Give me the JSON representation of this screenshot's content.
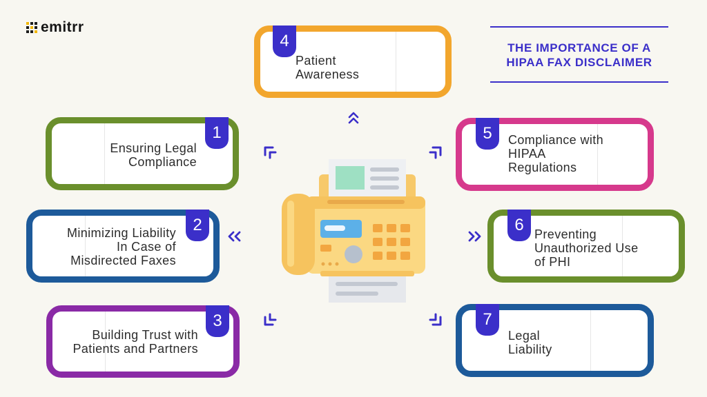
{
  "brand": {
    "name": "emitrr"
  },
  "title": {
    "text": "THE IMPORTANCE OF A HIPAA FAX DISCLAIMER"
  },
  "cards": [
    {
      "number": "1",
      "label": "Ensuring Legal\nCompliance",
      "color": "#6a8f2c"
    },
    {
      "number": "2",
      "label": "Minimizing Liability\nIn Case of\nMisdirected Faxes",
      "color": "#1d5a9a"
    },
    {
      "number": "3",
      "label": "Building Trust with\nPatients and Partners",
      "color": "#8a2aa6"
    },
    {
      "number": "4",
      "label": "Patient\nAwareness",
      "color": "#f2a62d"
    },
    {
      "number": "5",
      "label": "Compliance with\nHIPAA\nRegulations",
      "color": "#d6398c"
    },
    {
      "number": "6",
      "label": "Preventing\nUnauthorized Use\nof PHI",
      "color": "#6a8f2c"
    },
    {
      "number": "7",
      "label": "Legal\nLiability",
      "color": "#1d5a9a"
    }
  ],
  "colors": {
    "accent": "#3b2fc9",
    "background": "#f8f7f1"
  },
  "icons": {
    "center": "fax-machine-icon",
    "arrows": "chevron-arrow-icon"
  }
}
